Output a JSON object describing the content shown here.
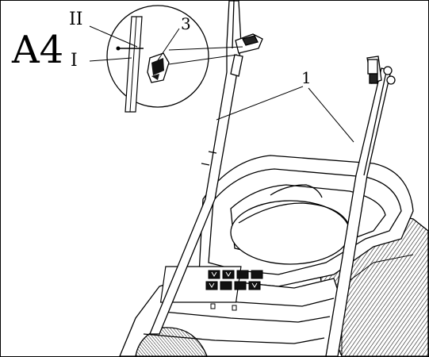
{
  "figure": {
    "step_label": "A4",
    "callouts": {
      "position_ii": "II",
      "position_i": "I",
      "lever": "3",
      "handle": "1"
    }
  },
  "colors": {
    "line": "#000000",
    "background": "#ffffff",
    "hatch": "#1a1a1a"
  },
  "icons": [
    "lawnmower-handle-drawing",
    "quick-release-lever-detail",
    "grass-box-hatched"
  ]
}
